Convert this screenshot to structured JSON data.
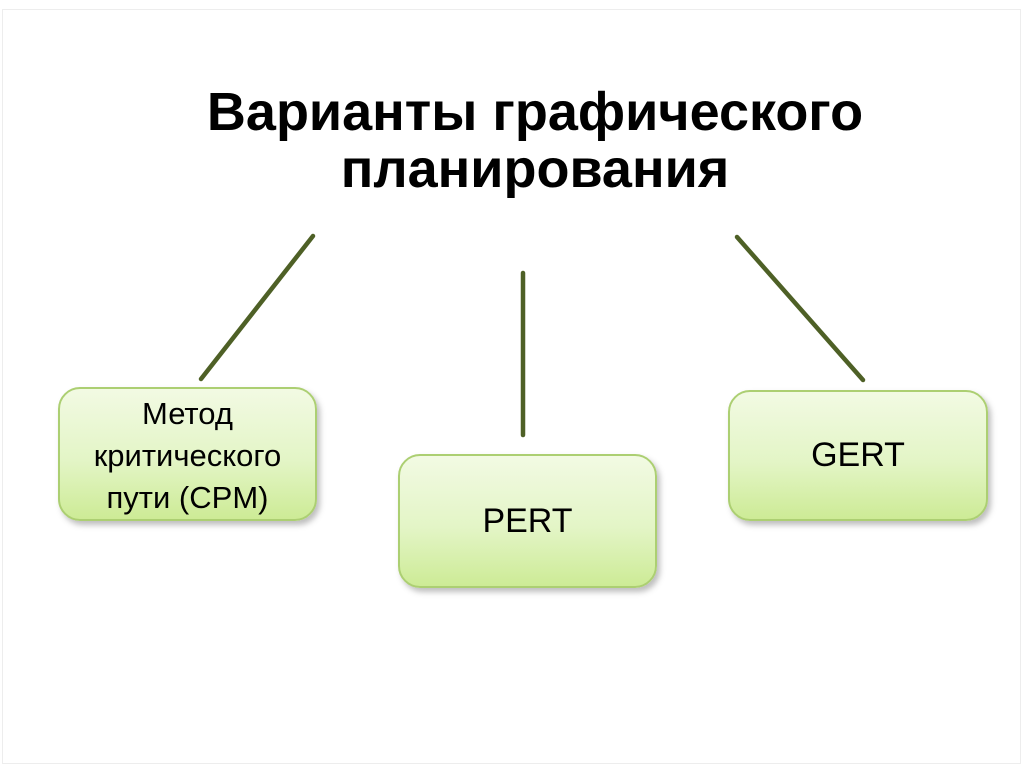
{
  "slide": {
    "title": {
      "line1": "Варианты графического",
      "line2": "планирования"
    },
    "nodes": {
      "cpm": {
        "label": "Метод критического пути (CPM)",
        "line1": "Метод",
        "line2": "критического",
        "line3": "пути (CPM)"
      },
      "pert": {
        "label": "PERT"
      },
      "gert": {
        "label": "GERT"
      }
    }
  },
  "colors": {
    "connector": "#4e6026",
    "node_border": "#accf72",
    "node_fill_top": "#f2fae3",
    "node_fill_bottom": "#cdeb96",
    "title_text": "#000000",
    "node_text": "#000000",
    "background": "#ffffff"
  }
}
